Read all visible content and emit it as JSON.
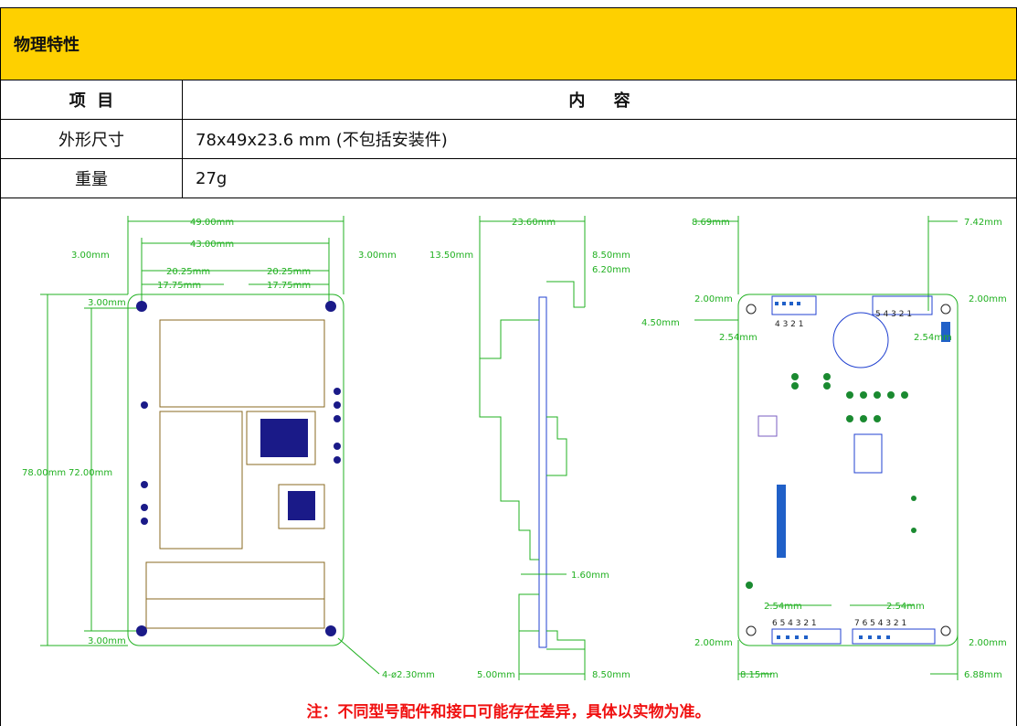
{
  "section_title": "物理特性",
  "header": {
    "item": "项  目",
    "content": "内     容"
  },
  "rows": [
    {
      "item": "外形尺寸",
      "content": "78x49x23.6 mm (不包括安装件)"
    },
    {
      "item": "重量",
      "content": "27g"
    }
  ],
  "drawing": {
    "front": {
      "dims": [
        "49.00mm",
        "43.00mm",
        "3.00mm",
        "3.00mm",
        "20.25mm",
        "20.25mm",
        "17.75mm",
        "17.75mm",
        "3.00mm",
        "3.00mm",
        "78.00mm",
        "72.00mm"
      ],
      "hole_label": "4-ø2.30mm"
    },
    "side": {
      "dims": [
        "23.60mm",
        "13.50mm",
        "8.50mm",
        "6.20mm",
        "1.60mm",
        "5.00mm",
        "8.50mm"
      ]
    },
    "back": {
      "dims": [
        "8.69mm",
        "7.42mm",
        "2.00mm",
        "2.00mm",
        "4.50mm",
        "2.54mm",
        "2.54mm",
        "2.54mm",
        "2.54mm",
        "2.00mm",
        "2.00mm",
        "8.15mm",
        "6.88mm"
      ],
      "pins_top_left": "4 3 2 1",
      "pins_top_right": "5 4 3 2 1",
      "pins_bottom_left": "6 5 4 3 2 1",
      "pins_bottom_right": "7 6 5 4 3 2 1"
    }
  },
  "note": "注：不同型号配件和接口可能存在差异，具体以实物为准。"
}
